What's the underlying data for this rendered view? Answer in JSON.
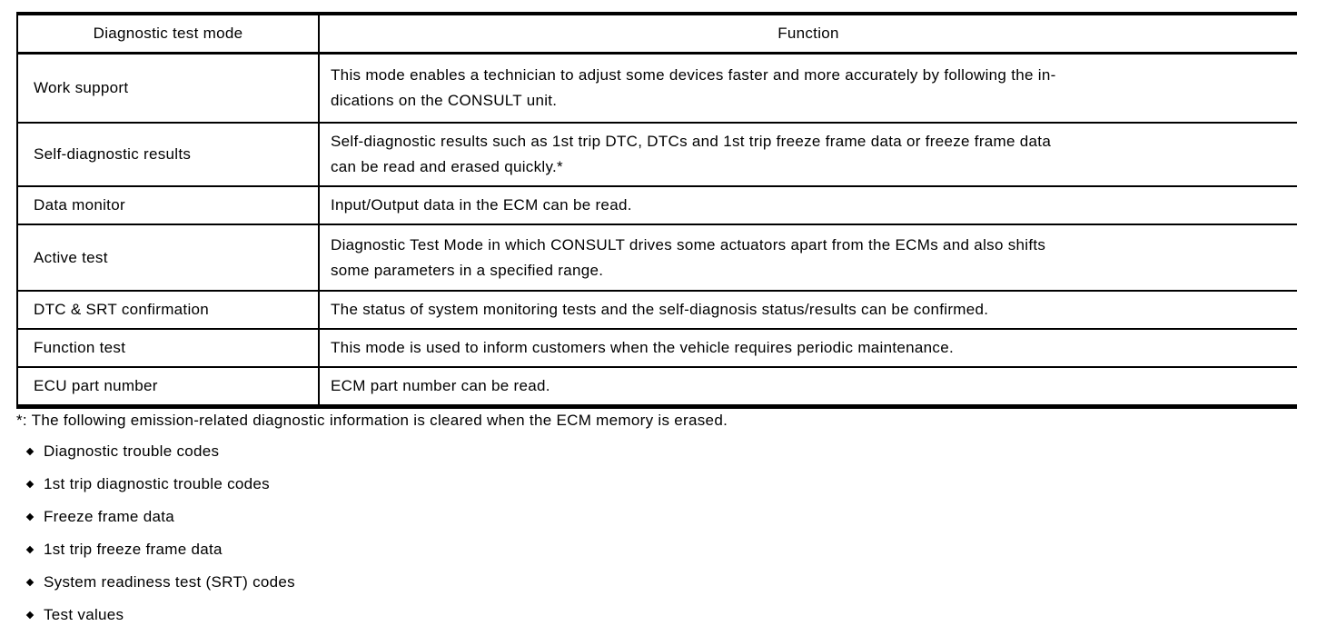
{
  "colors": {
    "text": "#000000",
    "background": "#ffffff",
    "border": "#000000"
  },
  "table": {
    "headers": {
      "mode": "Diagnostic test mode",
      "function": "Function"
    },
    "rows": [
      {
        "mode": "Work support",
        "function": "This mode enables a technician to adjust some devices faster and more accurately by following the in-\ndications on the CONSULT unit."
      },
      {
        "mode": "Self-diagnostic results",
        "function": "Self-diagnostic results such as 1st trip DTC, DTCs and 1st trip freeze frame data or freeze frame data\ncan be read and erased quickly.*"
      },
      {
        "mode": "Data monitor",
        "function": "Input/Output data in the ECM can be read."
      },
      {
        "mode": "Active test",
        "function": "Diagnostic Test Mode in which CONSULT drives some actuators apart from the ECMs and also shifts\nsome parameters in a specified range."
      },
      {
        "mode": "DTC & SRT confirmation",
        "function": "The status of system monitoring tests and the self-diagnosis status/results can be confirmed."
      },
      {
        "mode": "Function test",
        "function": "This mode is used to inform customers when the vehicle requires periodic maintenance."
      },
      {
        "mode": "ECU part number",
        "function": "ECM part number can be read."
      }
    ]
  },
  "footnote": "*: The following emission-related diagnostic information is cleared when the ECM memory is erased.",
  "bullets": [
    "Diagnostic trouble codes",
    "1st trip diagnostic trouble codes",
    "Freeze frame data",
    "1st trip freeze frame data",
    "System readiness test (SRT) codes",
    "Test values"
  ]
}
